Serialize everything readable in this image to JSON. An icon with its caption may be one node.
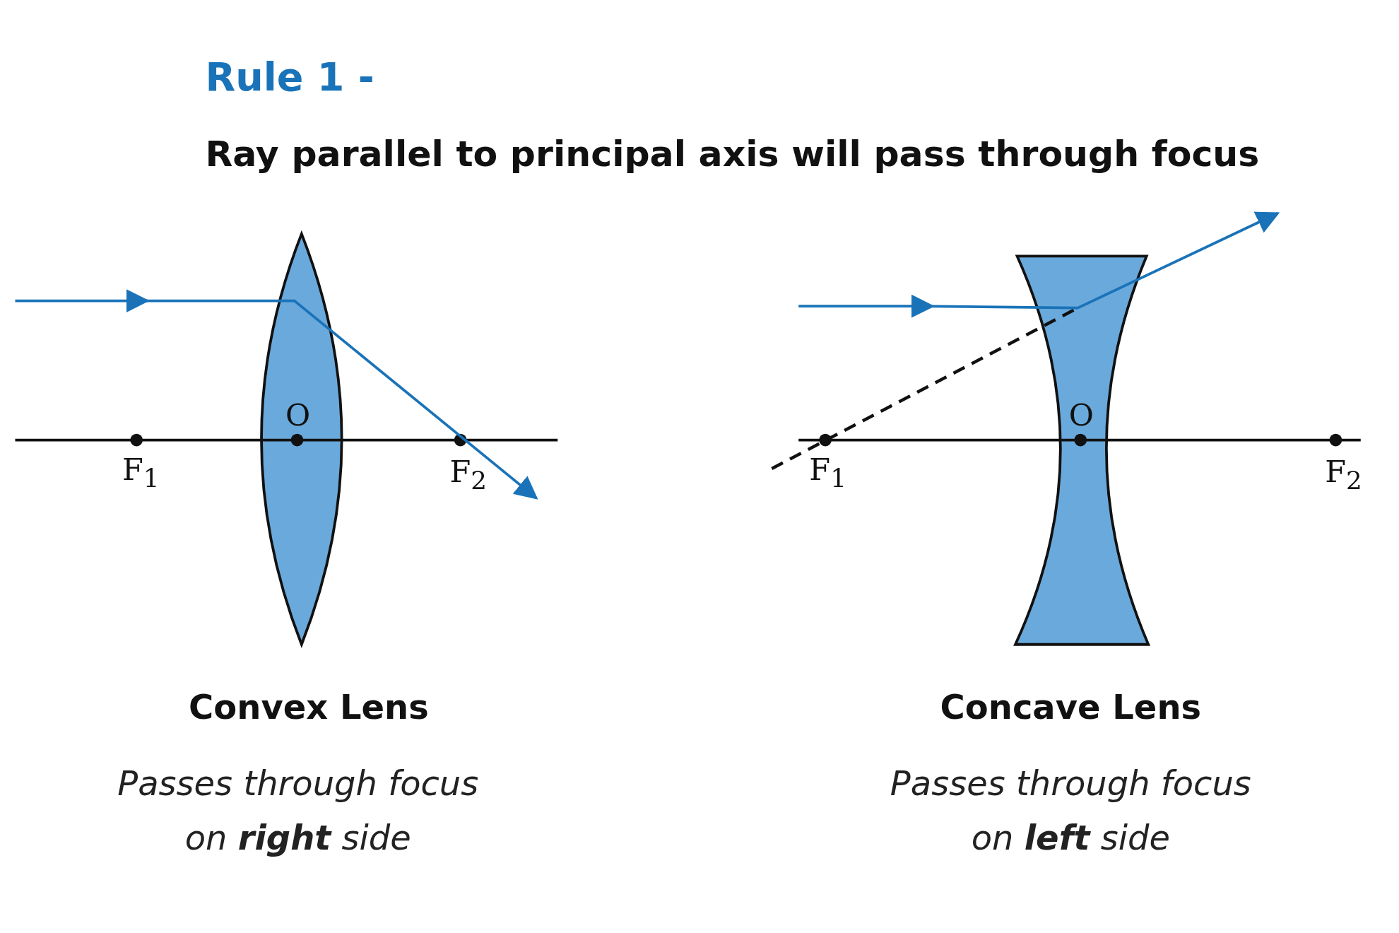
{
  "diagram": {
    "title": "Rule 1 -",
    "labels": [
      "Ray parallel to principal axis will pass through focus",
      "O",
      "F$_{1}$",
      "F$_{2}$",
      "O",
      "F$_{1}$",
      "F$_{2}$",
      "Convex Lens",
      "Passes through focus on **right** side",
      "Concave Lens",
      "Passes through focus on **left** side"
    ]
  }
}
